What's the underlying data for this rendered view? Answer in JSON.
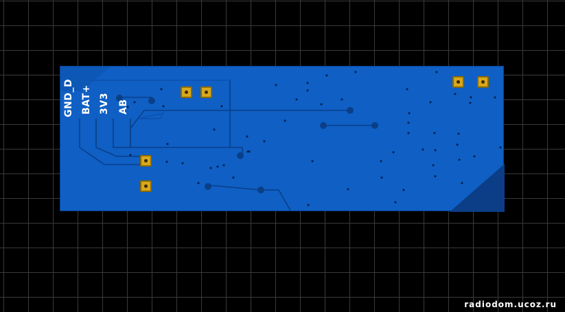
{
  "board": {
    "labels": [
      "GND_D",
      "BAT+",
      "3V3",
      "AB"
    ]
  },
  "watermark": "radiodom.ucoz.ru"
}
